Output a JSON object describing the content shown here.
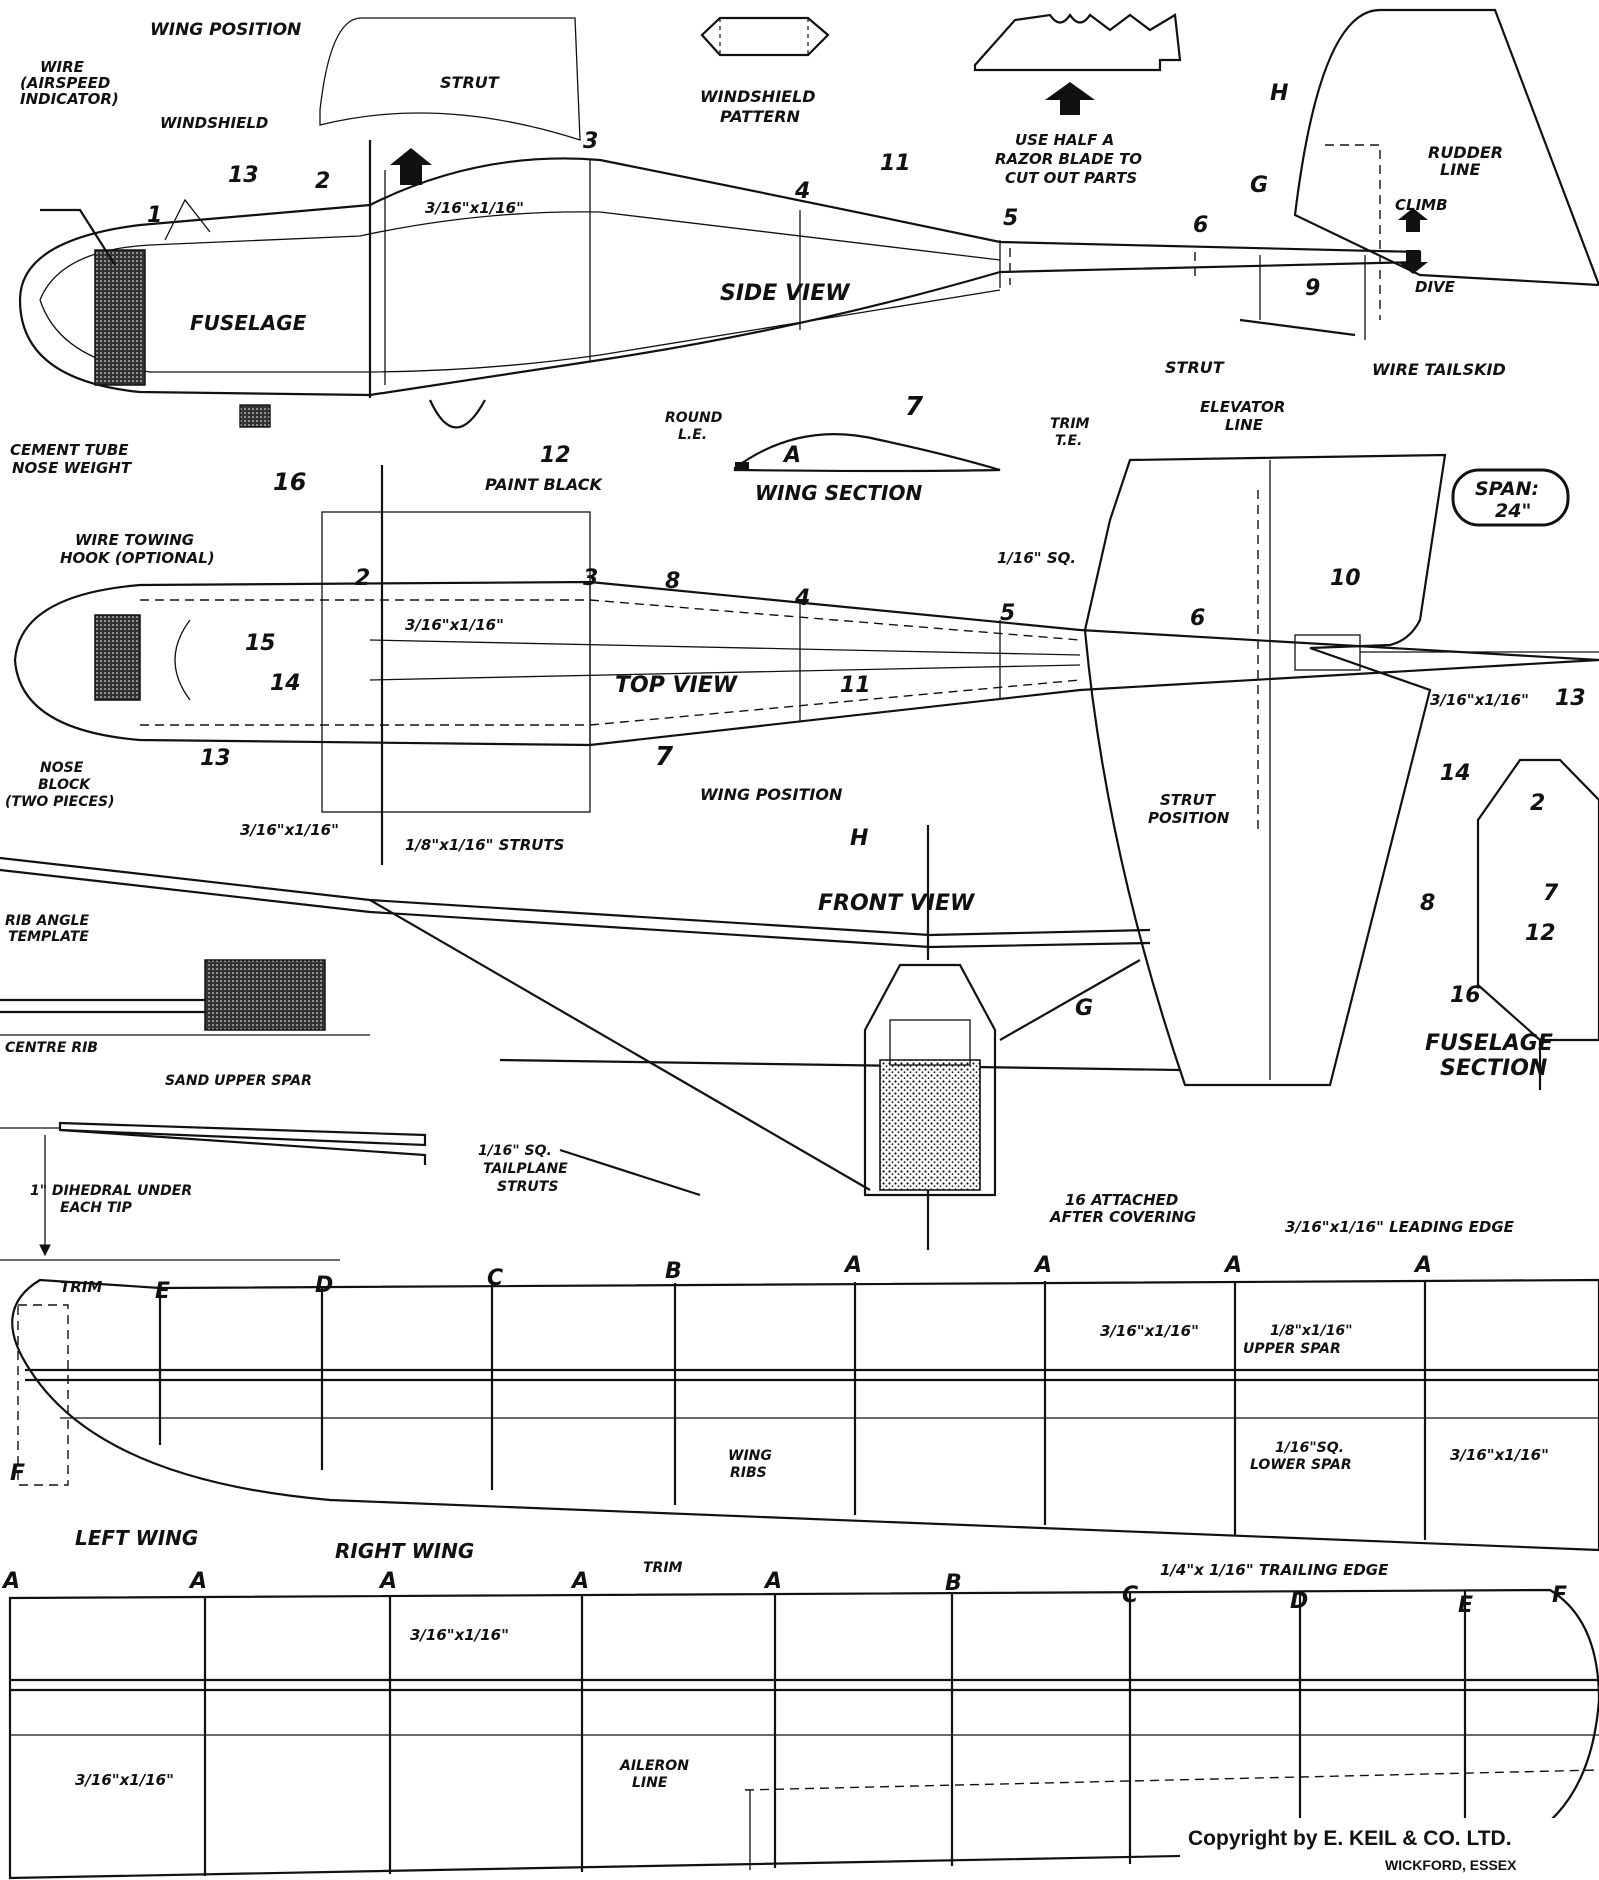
{
  "labels": {
    "wing_position_side": "WING POSITION",
    "wire_airspeed": "WIRE\n(AIRSPEED\nINDICATOR)",
    "windshield": "WINDSHIELD",
    "strut_side": "STRUT",
    "windshield_pattern": "WINDSHIELD\nPATTERN",
    "razor_note": "USE HALF A\nRAZOR BLADE TO\nCUT OUT PARTS",
    "rudder_line": "RUDDER\nLINE",
    "climb": "CLIMB",
    "dive": "DIVE",
    "fuselage": "FUSELAGE",
    "side_view": "SIDE VIEW",
    "strut_tail": "STRUT",
    "wire_tailskid": "WIRE TAILSKID",
    "cement_tube": "CEMENT TUBE\nNOSE WEIGHT",
    "paint_black": "PAINT BLACK",
    "round_le": "ROUND\nL.E.",
    "trim_te": "TRIM\nT.E.",
    "wing_section": "WING SECTION",
    "elevator_line": "ELEVATOR\nLINE",
    "span": "SPAN:\n24\"",
    "wire_towing": "WIRE TOWING\nHOOK (OPTIONAL)",
    "top_view": "TOP VIEW",
    "nose_block": "NOSE\nBLOCK\n(TWO PIECES)",
    "wing_position_top": "WING POSITION",
    "strut_position": "STRUT\nPOSITION",
    "struts_18": "1/8\"x1/16\" STRUTS",
    "sq_116": "1/16\" SQ.",
    "front_view": "FRONT VIEW",
    "rib_angle": "RIB ANGLE\nTEMPLATE",
    "centre_rib": "CENTRE RIB",
    "sand_upper_spar": "SAND UPPER SPAR",
    "dihedral": "1\" DIHEDRAL UNDER\nEACH TIP",
    "tailplane_struts": "1/16\" SQ.\nTAILPLANE\nSTRUTS",
    "attached_after": "16 ATTACHED\nAFTER COVERING",
    "leading_edge": "3/16\"x1/16\" LEADING EDGE",
    "fuselage_section": "FUSELAGE\nSECTION",
    "trim": "TRIM",
    "upper_spar": "1/8\"x1/16\"\nUPPER SPAR",
    "lower_spar": "1/16\"SQ.\nLOWER SPAR",
    "wing_ribs": "WING\nRIBS",
    "left_wing": "LEFT WING",
    "right_wing": "RIGHT WING",
    "trim_mid": "TRIM",
    "trailing_edge": "1/4\"x 1/16\" TRAILING EDGE",
    "aileron_line": "AILERON\nLINE",
    "size_3x1": "3/16\"x1/16\"",
    "copyright": "Copyright by E. KEIL & CO. LTD.",
    "copyright_place": "WICKFORD, ESSEX"
  },
  "numbers": {
    "n1": "1",
    "n2": "2",
    "n3": "3",
    "n4": "4",
    "n5": "5",
    "n6": "6",
    "n7": "7",
    "n8": "8",
    "n9": "9",
    "n10": "10",
    "n11": "11",
    "n12": "12",
    "n13": "13",
    "n14": "14",
    "n15": "15",
    "n16": "16"
  },
  "letters": {
    "A": "A",
    "B": "B",
    "C": "C",
    "D": "D",
    "E": "E",
    "F": "F",
    "G": "G",
    "H": "H"
  }
}
